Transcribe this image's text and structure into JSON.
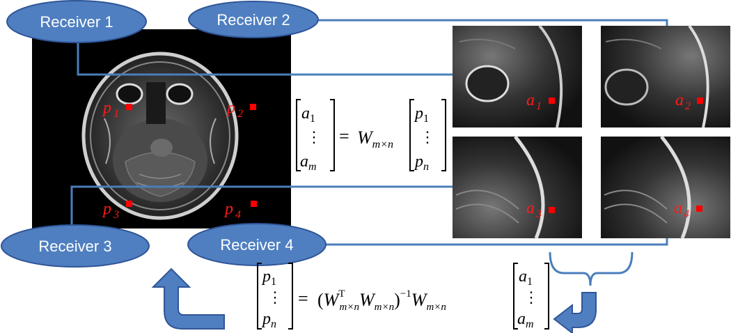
{
  "receivers": [
    {
      "label": "Receiver 1"
    },
    {
      "label": "Receiver 2"
    },
    {
      "label": "Receiver 3"
    },
    {
      "label": "Receiver 4"
    }
  ],
  "points": [
    {
      "var": "p",
      "sub": "1"
    },
    {
      "var": "p",
      "sub": "2"
    },
    {
      "var": "p",
      "sub": "3"
    },
    {
      "var": "p",
      "sub": "4"
    }
  ],
  "coil_images": [
    {
      "var": "a",
      "sub": "1"
    },
    {
      "var": "a",
      "sub": "2"
    },
    {
      "var": "a",
      "sub": "3"
    },
    {
      "var": "a",
      "sub": "4"
    }
  ],
  "forward_equation": {
    "lhs": [
      "a1",
      "⋮",
      "am"
    ],
    "operator": "Wm×n",
    "rhs": [
      "p1",
      "⋮",
      "pn"
    ]
  },
  "inverse_equation": {
    "lhs": [
      "p1",
      "⋮",
      "pn"
    ],
    "operator": "(WTm×nWm×n)−1Wm×n",
    "rhs": [
      "a1",
      "⋮",
      "am"
    ]
  },
  "colors": {
    "receiver_fill": "#4f7fc0",
    "receiver_stroke": "#2f5597",
    "connector_line": "#4a7ebb",
    "marker": "#ff0000",
    "arrow_fill": "#4f7fc0"
  },
  "icons": {
    "brain_image": "mri-axial-slice",
    "coil_image": "mri-coil-image",
    "arrow_up": "curved-arrow-up-icon",
    "arrow_left": "curved-arrow-left-icon",
    "brace": "curly-brace-icon"
  }
}
